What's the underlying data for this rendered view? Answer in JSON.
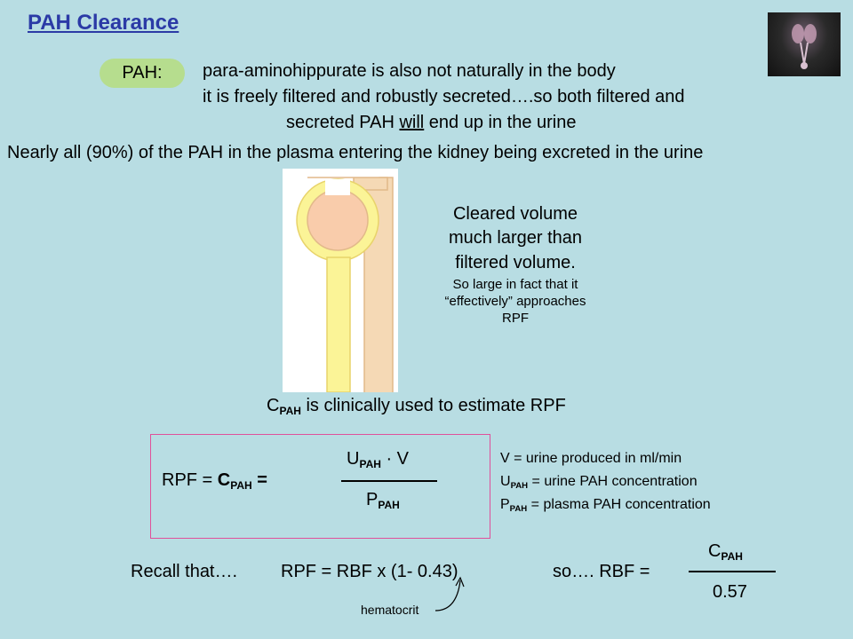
{
  "title": "PAH Clearance",
  "pah_label": "PAH:",
  "line1": "para-aminohippurate  is also not naturally in the body",
  "line2": "it is freely filtered and robustly secreted….so both filtered and",
  "line3a": "secreted PAH ",
  "line3b": "will",
  "line3c": " end up in the urine",
  "line4": "Nearly all (90%) of the PAH in the plasma entering the kidney being excreted in the urine",
  "note1": "Cleared volume",
  "note2": "much larger than",
  "note3": "filtered volume.",
  "note4": "So large in fact that it",
  "note5": "“effectively”  approaches",
  "note6": "RPF",
  "cpah_c": "C",
  "pah_sub": "PAH",
  "cpah_text": " is clinically used to estimate RPF",
  "formula": {
    "rpf_eq": "RPF  =  ",
    "c": "C",
    "eq": "  =",
    "u": "U",
    "dot_v": " · V",
    "p": "P"
  },
  "legend": {
    "v": "V = urine produced in ml/min",
    "u_pre": "U",
    "u_post": " = urine PAH concentration",
    "p_pre": "P",
    "p_post": " = plasma PAH concentration"
  },
  "recall": "Recall that….",
  "rpf_rbf": "RPF = RBF x (1- 0.43)",
  "so_rbf": "so….  RBF =",
  "rbf_num_c": "C",
  "rbf_den": "0.57",
  "hematocrit": "hematocrit",
  "colors": {
    "title": "#2b3aa6",
    "pill": "#b6dd8e",
    "box_border": "#e0509a",
    "background": "#b8dde3"
  }
}
